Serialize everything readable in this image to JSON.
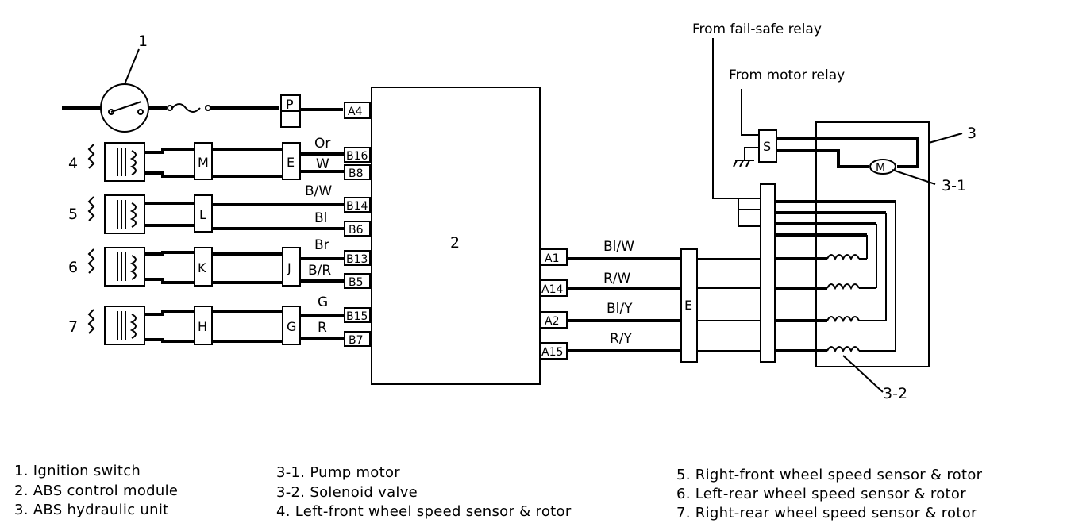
{
  "labels": {
    "from_fail_safe": "From fail-safe relay",
    "from_motor_relay": "From motor relay",
    "n1": "1",
    "n2": "2",
    "n3": "3",
    "n3_1": "3-1",
    "n3_2": "3-2",
    "n4": "4",
    "n5": "5",
    "n6": "6",
    "n7": "7"
  },
  "connectors_left": [
    "A4",
    "B16",
    "B8",
    "B14",
    "B6",
    "B13",
    "B5",
    "B15",
    "B7"
  ],
  "connectors_right": [
    "A1",
    "A14",
    "A2",
    "A15"
  ],
  "wire_colors_left": [
    "Or",
    "W",
    "B/W",
    "Bl",
    "Br",
    "B/R",
    "G",
    "R"
  ],
  "wire_colors_right": [
    "Bl/W",
    "R/W",
    "Bl/Y",
    "R/Y"
  ],
  "couplers": [
    "P",
    "M",
    "E",
    "L",
    "K",
    "J",
    "H",
    "G",
    "E",
    "S",
    "M"
  ],
  "legend": {
    "item1": "1. Ignition switch",
    "item2": "2. ABS control module",
    "item3": "3. ABS hydraulic unit",
    "item3_1": "3-1. Pump motor",
    "item3_2": "3-2. Solenoid valve",
    "item4": "4. Left-front wheel speed sensor & rotor",
    "item5": "5. Right-front wheel speed sensor & rotor",
    "item6": "6. Left-rear wheel speed sensor & rotor",
    "item7": "7. Right-rear wheel speed sensor & rotor"
  }
}
